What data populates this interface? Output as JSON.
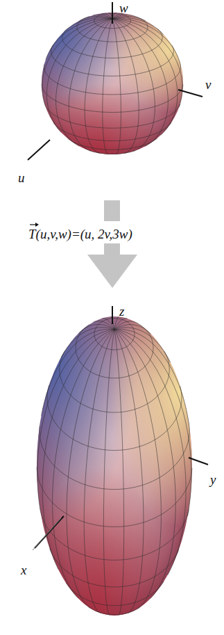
{
  "diagram": {
    "labels": [
      "w",
      "v",
      "u",
      "T(u,v,w)=(u, 2v,3w)",
      "z",
      "y",
      "x"
    ]
  }
}
